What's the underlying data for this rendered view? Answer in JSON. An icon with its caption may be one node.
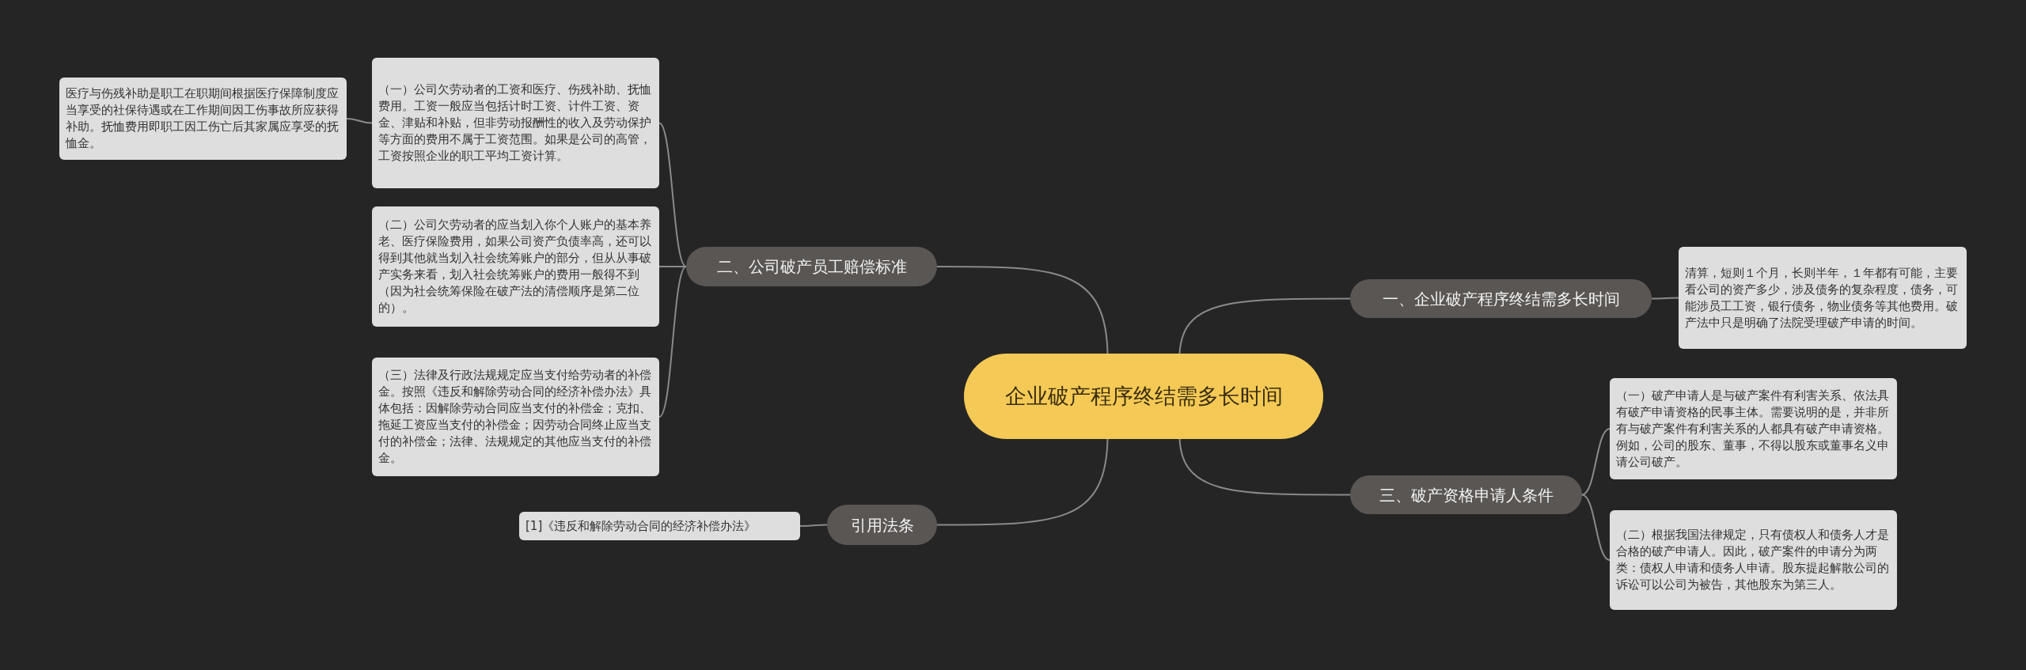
{
  "diagram": {
    "nodes": [
      {
        "text": [
          "企业破产程序终结需多长时间"
        ]
      },
      {
        "text": [
          "一、企业破产程序终结需多长时间"
        ]
      },
      {
        "text": [
          "清算，短则１个月，长则半年，１年都有可能，主要看公司的资产多少，涉及债务的复杂程度，债务，可能涉员工工资，银行债务，物业债务等其他费用。破产法中只是明确了法院受理破产申请的时间。"
        ]
      },
      {
        "text": [
          "三、破产资格申请人条件"
        ]
      },
      {
        "text": [
          "（一）破产申请人是与破产案件有利害关系、依法具有破产申请资格的民事主体。需要说明的是，并非所有与破产案件有利害关系的人都具有破产申请资格。例如，公司的股东、董事，不得以股东或董事名义申请公司破产。"
        ]
      },
      {
        "text": [
          "（二）根据我国法律规定，只有债权人和债务人才是合格的破产申请人。因此，破产案件的申请分为两类：债权人申请和债务人申请。股东提起解散公司的诉讼可以公司为被告，其他股东为第三人。"
        ]
      },
      {
        "text": [
          "二、公司破产员工赔偿标准"
        ]
      },
      {
        "text": [
          "（一）公司欠劳动者的工资和医疗、伤残补助、抚恤费用。工资一般应当包括计时工资、计件工资、资金、津贴和补贴，但非劳动报酬性的收入及劳动保护等方面的费用不属于工资范围。如果是公司的高管，工资按照企业的职工平均工资计算。"
        ]
      },
      {
        "text": [
          "医疗与伤残补助是职工在职期间根据医疗保障制度应当享受的社保待遇或在工作期间因工伤事故所应获得补助。抚恤费用即职工因工伤亡后其家属应享受的抚恤金。"
        ]
      },
      {
        "text": [
          "（二）公司欠劳动者的应当划入你个人账户的基本养老、医疗保险费用，如果公司资产负债率高，还可以得到其他就当划入社会统筹账户的部分，但从从事破产实务来看，划入社会统筹账户的费用一般得不到（因为社会统筹保险在破产法的清偿顺序是第二位的）。"
        ]
      },
      {
        "text": [
          "（三）法律及行政法规规定应当支付给劳动者的补偿金。按照《违反和解除劳动合同的经济补偿办法》具体包括：因解除劳动合同应当支付的补偿金；克扣、拖延工资应当支付的补偿金；因劳动合同终止应当支付的补偿金；法律、法规规定的其他应当支付的补偿金。"
        ]
      },
      {
        "text": [
          "引用法条"
        ]
      },
      {
        "text": [
          "[1]《违反和解除劳动合同的经济补偿办法》"
        ]
      }
    ],
    "edges": [
      {
        "from": 0,
        "to": 1,
        "arrow": "none"
      },
      {
        "from": 1,
        "to": 2,
        "arrow": "none"
      },
      {
        "from": 0,
        "to": 3,
        "arrow": "none"
      },
      {
        "from": 3,
        "to": 4,
        "arrow": "none"
      },
      {
        "from": 3,
        "to": 5,
        "arrow": "none"
      },
      {
        "from": 0,
        "to": 6,
        "arrow": "none"
      },
      {
        "from": 6,
        "to": 7,
        "arrow": "none"
      },
      {
        "from": 7,
        "to": 8,
        "arrow": "none"
      },
      {
        "from": 6,
        "to": 9,
        "arrow": "none"
      },
      {
        "from": 6,
        "to": 10,
        "arrow": "none"
      },
      {
        "from": 0,
        "to": 11,
        "arrow": "none"
      },
      {
        "from": 11,
        "to": 12,
        "arrow": "none"
      }
    ]
  }
}
